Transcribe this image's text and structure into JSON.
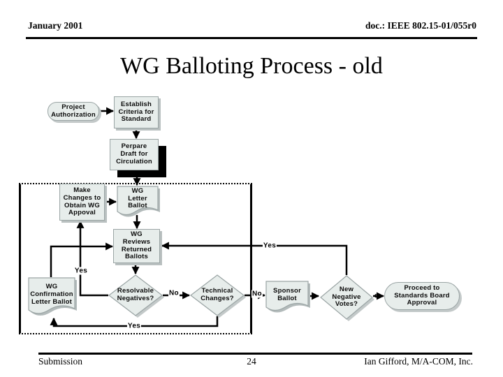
{
  "slide": {
    "header": {
      "date": "January 2001",
      "doc": "doc.: IEEE 802.15-01/055r0"
    },
    "title": "WG Balloting Process - old",
    "footer": {
      "left": "Submission",
      "page": "24",
      "right": "Ian Gifford, M/A-COM, Inc."
    }
  },
  "flowchart": {
    "nodes": {
      "project_authorization": {
        "type": "terminator",
        "label": "Project\nAuthorization"
      },
      "establish_criteria": {
        "type": "process",
        "label": "Establish\nCriteria for\nStandard"
      },
      "prepare_draft": {
        "type": "process",
        "label": "Perpare\nDraft for\nCirculation"
      },
      "make_changes": {
        "type": "process",
        "label": "Make\nChanges to\nObtain WG\nAppoval"
      },
      "wg_letter_ballot": {
        "type": "document",
        "label": "WG\nLetter\nBallot"
      },
      "wg_reviews": {
        "type": "process",
        "label": "WG\nReviews\nReturned\nBallots"
      },
      "wg_confirmation": {
        "type": "document",
        "label": "WG\nConfirmation\nLetter Ballot"
      },
      "resolvable_negatives": {
        "type": "decision",
        "label": "Resolvable\nNegatives?"
      },
      "technical_changes": {
        "type": "decision",
        "label": "Technical\nChanges?"
      },
      "sponsor_ballot": {
        "type": "document",
        "label": "Sponsor\nBallot"
      },
      "new_negative_votes": {
        "type": "decision",
        "label": "New\nNegative\nVotes?"
      },
      "proceed_standards_board": {
        "type": "terminator",
        "label": "Proceed to\nStandards Board\nApproval"
      }
    },
    "edge_labels": {
      "resolvable_yes": "Yes",
      "resolvable_no": "No",
      "technical_no": "No",
      "technical_yes": "Yes",
      "new_negative_yes": "Yes",
      "new_negative_no_visible": "o"
    }
  },
  "colors": {
    "shape_fill": "#e7edeb",
    "shape_border": "#9aa4a4",
    "shape_shadow": "#b9c0c0",
    "line": "#000000",
    "prepare_draft_shadow": "#000000"
  }
}
